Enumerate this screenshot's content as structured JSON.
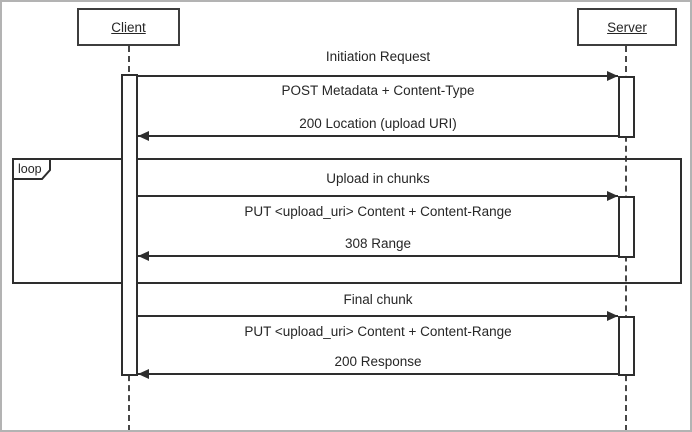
{
  "diagram": {
    "type": "uml-sequence-diagram",
    "actors": [
      {
        "label": "Client"
      },
      {
        "label": "Server"
      }
    ],
    "loop_fragment": {
      "operator_label": "loop"
    },
    "sections": [
      {
        "label": "Initiation Request",
        "request_message": "POST Metadata + Content-Type",
        "response_message": "200 Location (upload URI)"
      },
      {
        "label": "Upload in chunks",
        "request_message": "PUT <upload_uri> Content + Content-Range",
        "response_message": "308 Range"
      },
      {
        "label": "Final chunk",
        "request_message": "PUT <upload_uri> Content + Content-Range",
        "response_message": "200 Response"
      }
    ],
    "colors": {
      "line": "#2e2e2e",
      "background": "#ffffff",
      "outer_border": "#b3b3b3"
    }
  }
}
